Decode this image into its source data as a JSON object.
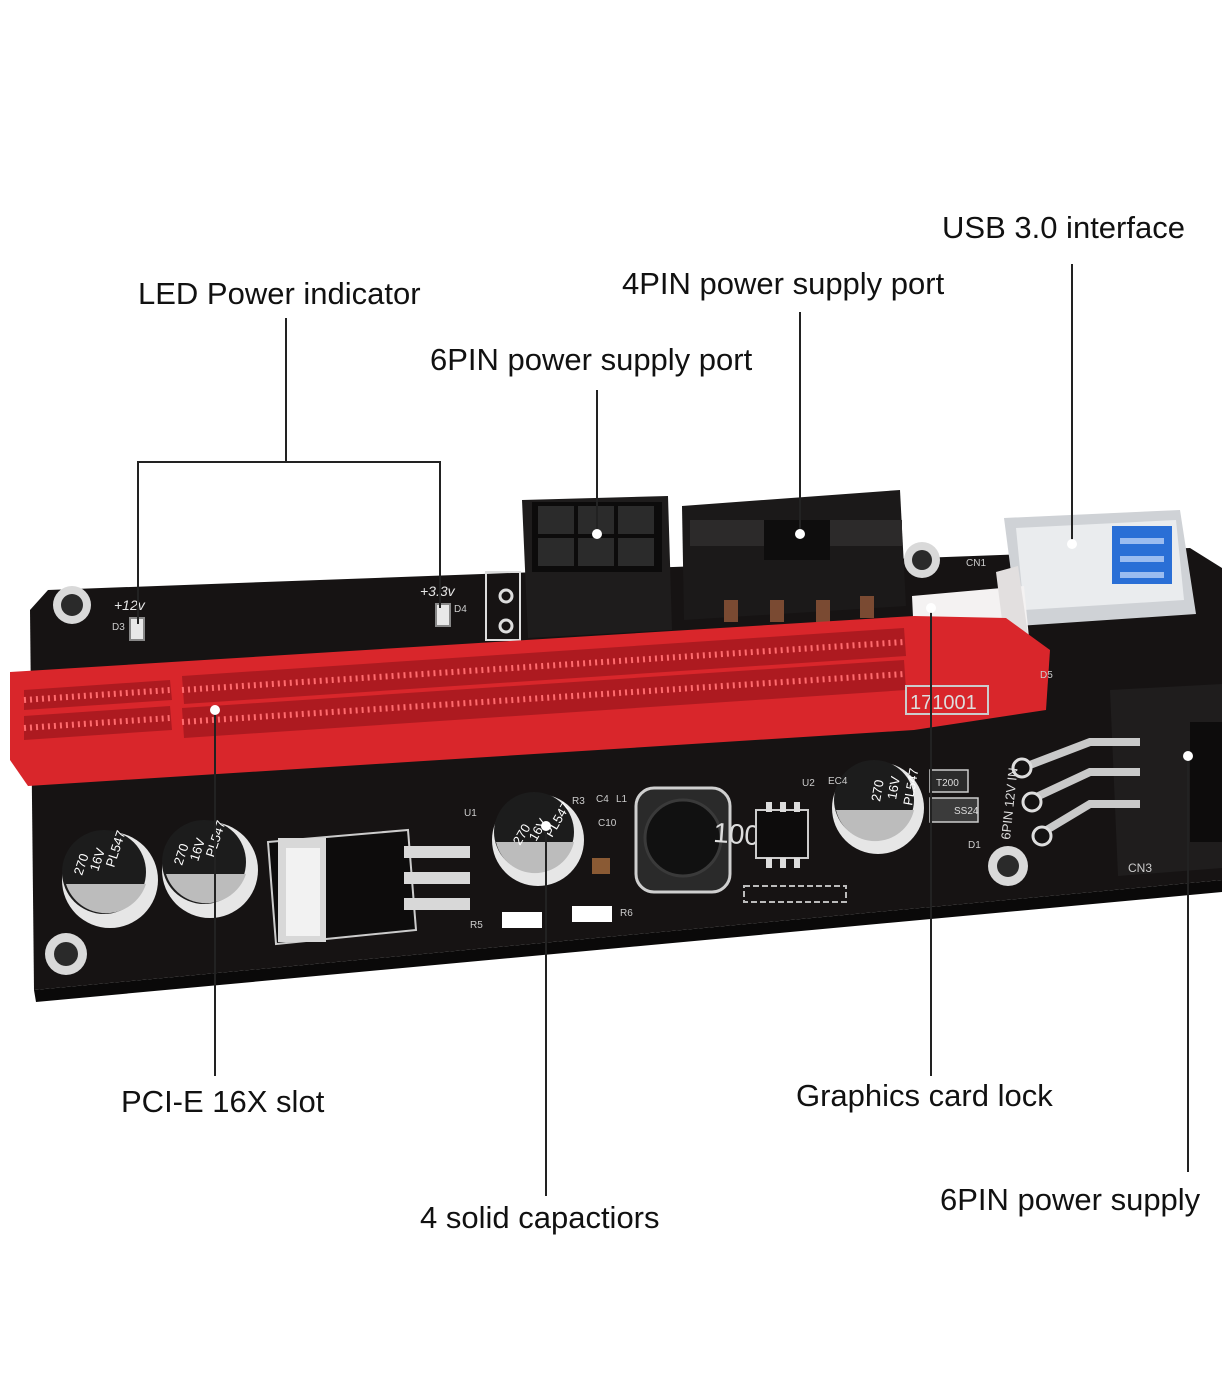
{
  "callouts": {
    "usb_interface": "USB 3.0 interface",
    "power_4pin": "4PIN power supply port",
    "led_indicator": "LED Power indicator",
    "power_6pin_port": "6PIN power supply port",
    "pcie_slot": "PCI-E 16X slot",
    "card_lock": "Graphics card lock",
    "capacitors": "4 solid capactiors",
    "power_6pin_side": "6PIN power supply"
  },
  "board_silkscreen": {
    "label_12v": "+12v",
    "label_33v": "+3.3v",
    "led_d3": "D3",
    "led_d4": "D4",
    "serial": "171001",
    "cap_line1": "270",
    "cap_line2": "16V",
    "cap_line3": "PL547",
    "inductor": "100",
    "u1": "U1",
    "u2": "U2",
    "ec4": "EC4",
    "r3": "R3",
    "c4": "C4",
    "l1": "L1",
    "c10": "C10",
    "r5": "R5",
    "r6": "R6",
    "cn1": "CN1",
    "cn3": "CN3",
    "d1": "D1",
    "d5": "D5",
    "ss24": "SS24",
    "t200": "T200",
    "in_label": "6PIN 12V IN"
  },
  "colors": {
    "pcb": "#141212",
    "slot": "#d9262b",
    "usb_tab": "#2a6fd6",
    "text": "#111111"
  }
}
